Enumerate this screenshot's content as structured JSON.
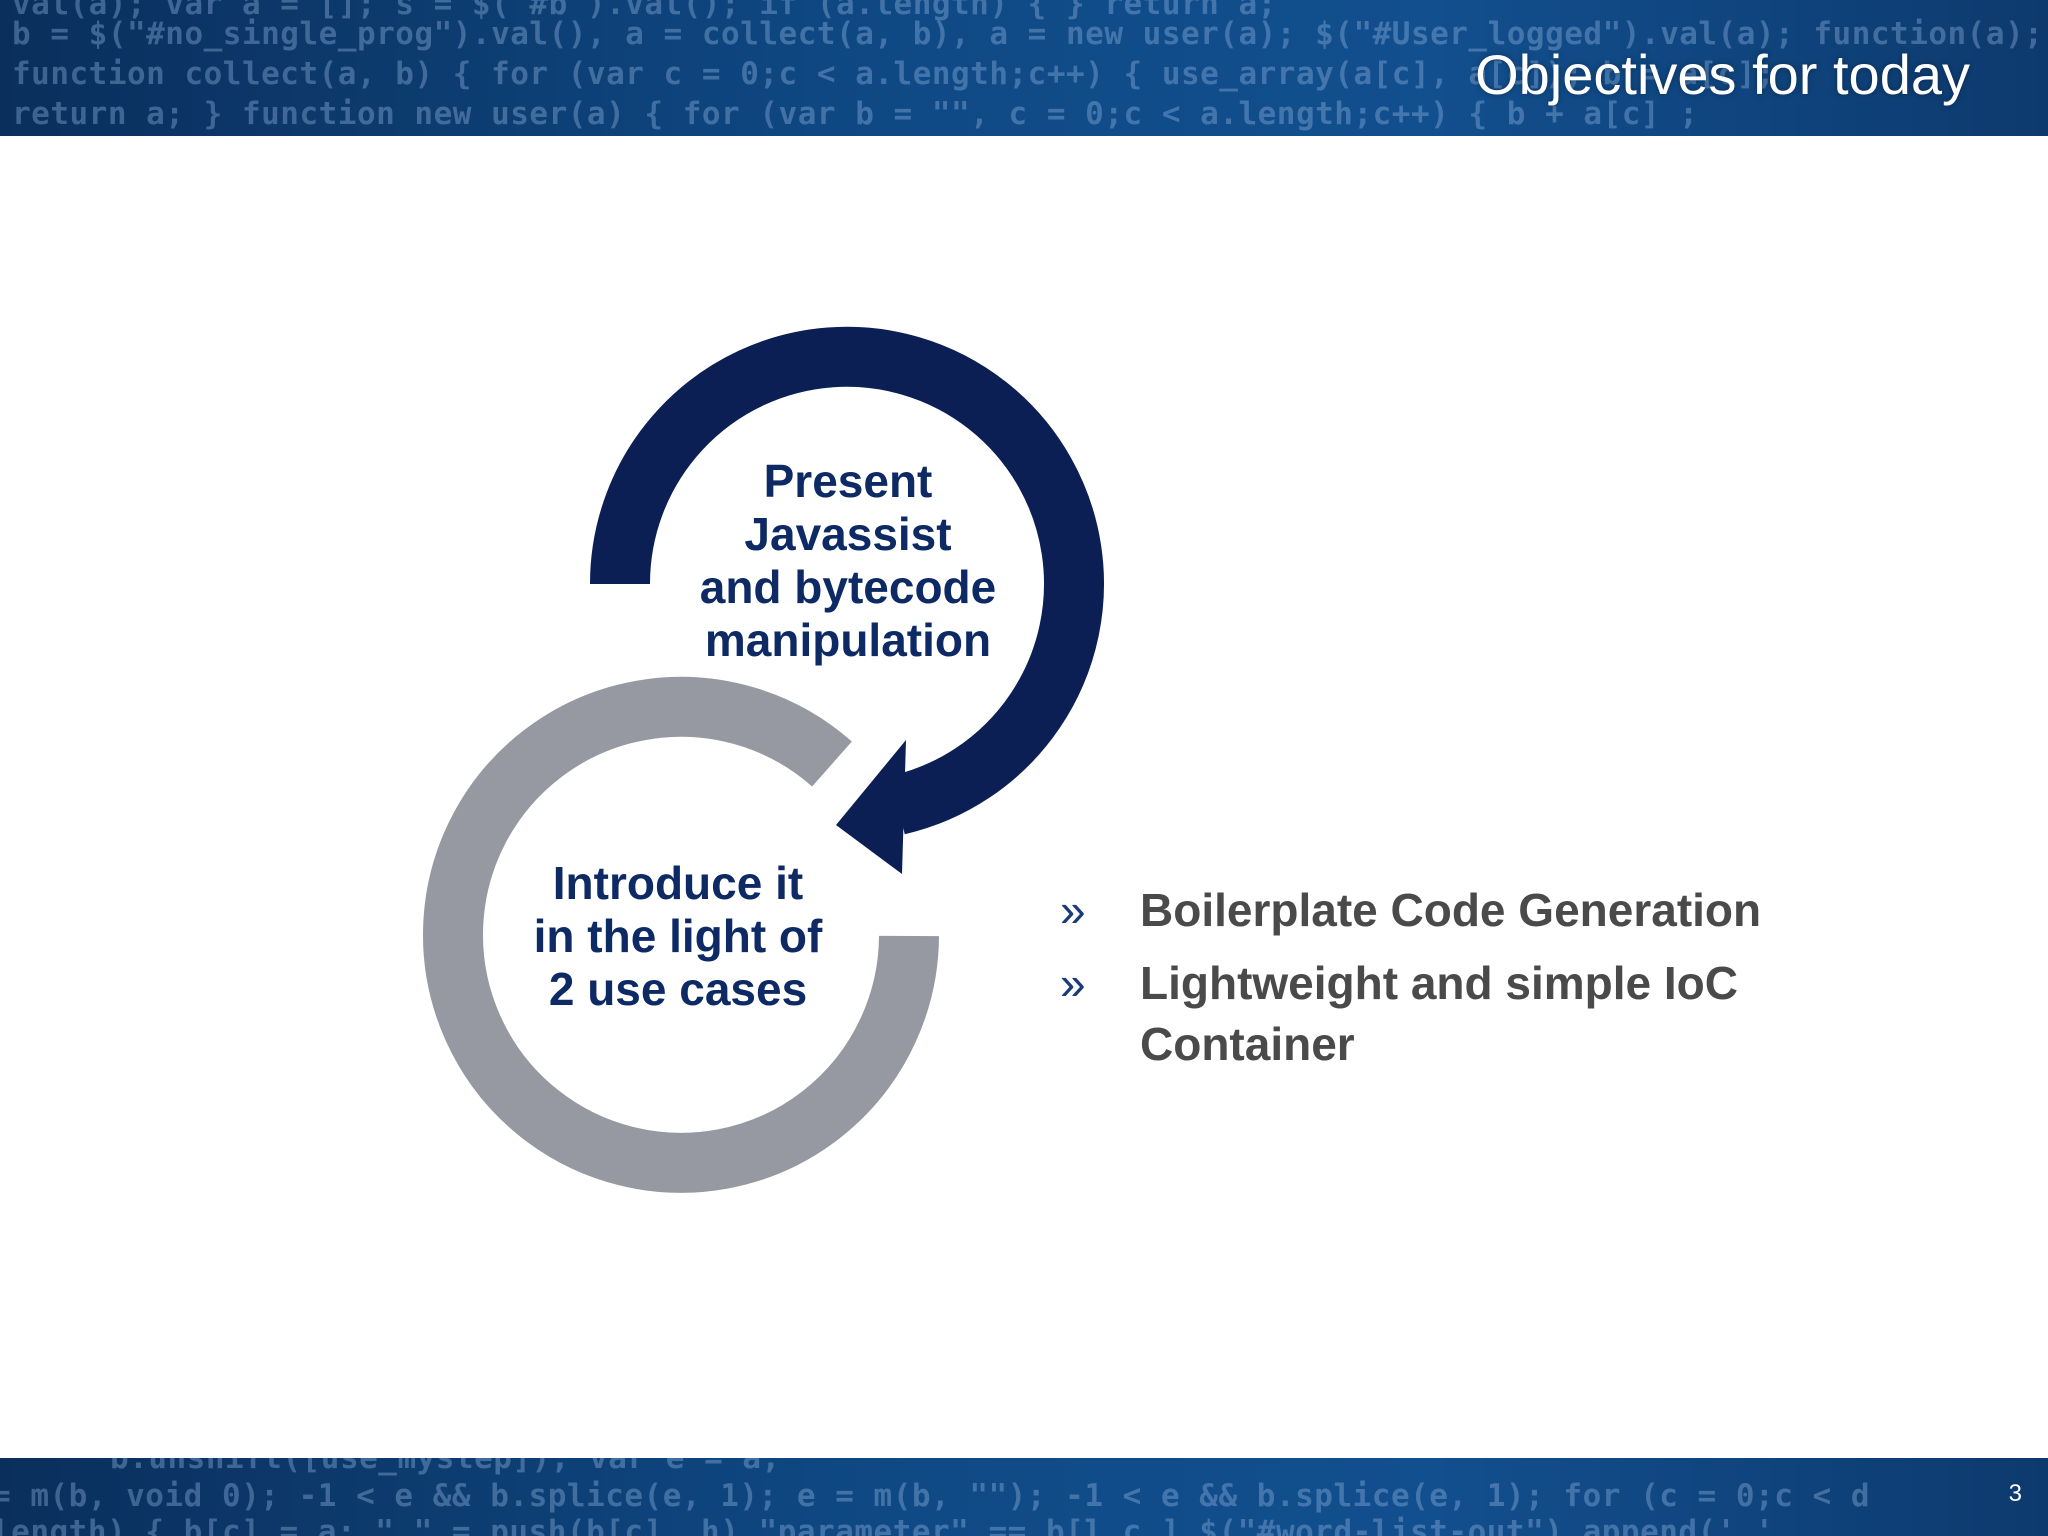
{
  "header": {
    "title": "Objectives for today",
    "code_lines": [
      "val(a);    var a = [];   s = $(\"#b\").val();   if (a.length) { }   return a;",
      "b = $(\"#no_single_prog\").val(), a = collect(a, b), a = new user(a);   $(\"#User_logged\").val(a);   function(a); });",
      "function collect(a, b) {   for (var c = 0;c < a.length;c++) {   use_array(a[c], a[c]);   b = a[c];",
      "return a; } function new user(a) {   for (var b = \"\", c = 0;c < a.length;c++) {   b + a[c] ;"
    ]
  },
  "diagram": {
    "top_circle_text": [
      "Present",
      "Javassist",
      "and bytecode",
      "manipulation"
    ],
    "bottom_circle_text": [
      "Introduce it",
      "in the light of",
      "2 use cases"
    ],
    "colors": {
      "navy": "#0b1f55",
      "gray": "#9799a2"
    }
  },
  "bullets": {
    "marker": "»",
    "items": [
      "Boilerplate Code Generation",
      "Lightweight and simple IoC Container"
    ]
  },
  "footer": {
    "page_number": "3",
    "code_lines": [
      "b.unshift([use_mystep]);   var e = a;",
      "= m(b, void 0);   -1 < e && b.splice(e, 1);   e = m(b, \"\");   -1 < e && b.splice(e, 1);   for (c = 0;c < d",
      "length) { b[c] = a;  \" \" = push(b[c], h)  \"parameter\" == b[l.c.] $(\"#word-list-out\").append(' '"
    ]
  }
}
